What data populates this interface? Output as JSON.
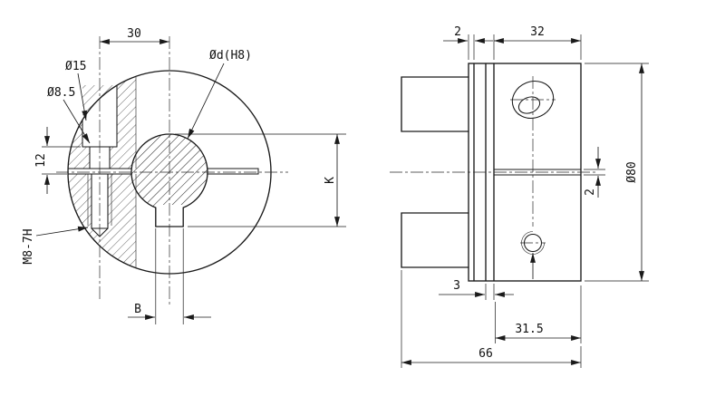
{
  "colors": {
    "line": "#1a1a1a",
    "background": "#ffffff"
  },
  "front_view": {
    "bolt_offset": "30",
    "counterbore_dia": "Ø15",
    "through_hole_dia": "Ø8.5",
    "land_depth": "12",
    "thread_spec": "M8-7H",
    "keyway_width": "B",
    "bore_keyway_height": "K",
    "bore_dia": "Ød(H8)"
  },
  "side_view": {
    "relief_width": "2",
    "body_width": "32",
    "outer_dia": "Ø80",
    "slit_width": "2",
    "groove_width": "3",
    "screw_to_face": "31.5",
    "total_length": "66"
  }
}
